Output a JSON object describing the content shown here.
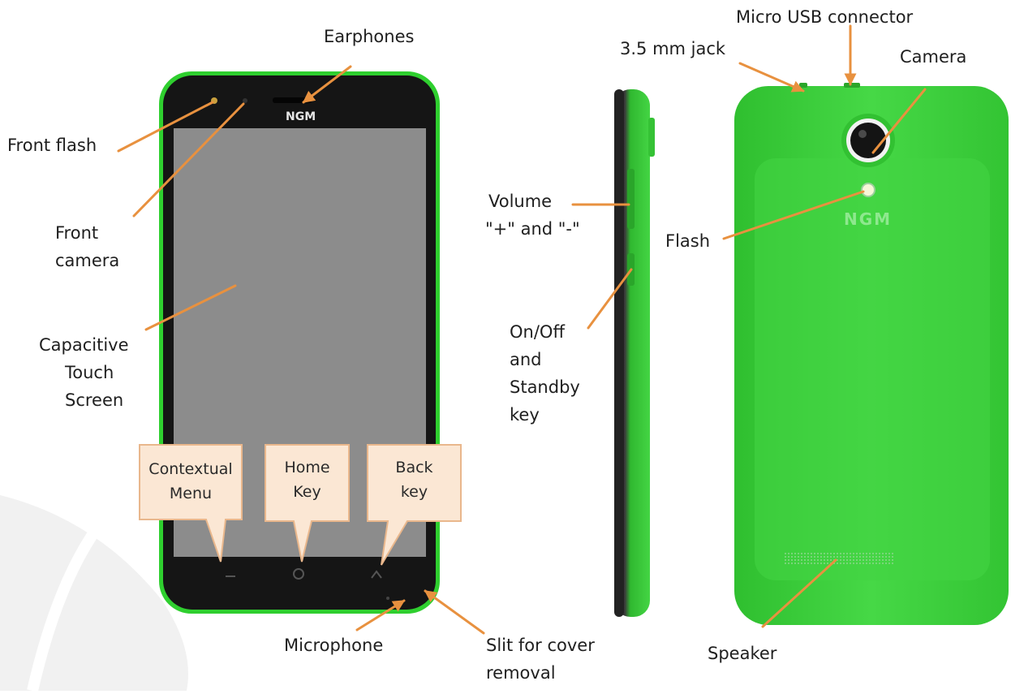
{
  "labels": {
    "earphones": "Earphones",
    "front_flash": "Front flash",
    "front_camera": [
      "Front",
      "camera"
    ],
    "capacitive": [
      "Capacitive",
      "Touch",
      "Screen"
    ],
    "contextual_menu": [
      "Contextual",
      "Menu"
    ],
    "home_key": [
      "Home",
      "Key"
    ],
    "back_key": [
      "Back",
      "key"
    ],
    "microphone": "Microphone",
    "slit": [
      "Slit for cover",
      "removal"
    ],
    "volume": [
      "Volume",
      "\"+\" and \"-\""
    ],
    "onoff": [
      "On/Off",
      "and",
      "Standby",
      "key"
    ],
    "jack": "3.5 mm jack",
    "usb": "Micro USB connector",
    "camera": "Camera",
    "flash": "Flash",
    "speaker": "Speaker"
  },
  "logos": {
    "front": "NGM",
    "back": "NGM"
  },
  "colors": {
    "body_green": "#3ed33e",
    "frame_dark": "#151515",
    "screen_gray": "#8c8c8c",
    "arrow_orange": "#e8913f",
    "callout_fill": "#fbe7d4",
    "callout_stroke": "#e9b78c"
  }
}
